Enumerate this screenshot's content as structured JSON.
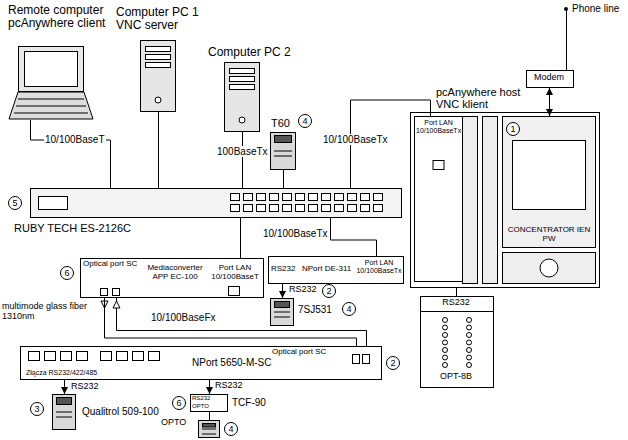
{
  "diagram": {
    "nodes": [
      {
        "text": [
          "Remote computer pcAnywhere client"
        ]
      },
      {
        "text": [
          "Computer PC 1 VNC server"
        ]
      },
      {
        "text": [
          "Computer PC 2"
        ]
      },
      {
        "text": [
          "T60"
        ]
      },
      {
        "text": [
          "RUBY TECH ES-2126C"
        ]
      },
      {
        "text": [
          "pcAnywhere host VNC klient"
        ]
      },
      {
        "text": [
          "Port LAN 10/100BaseTx"
        ],
        "in": 5
      },
      {
        "text": [
          "CONCENTRATOR IEN PW"
        ],
        "in": 5
      },
      {
        "text": [
          "Modem"
        ]
      },
      {
        "text": [
          "RS232",
          "OPT-8B"
        ]
      },
      {
        "text": [
          "Optical port SC",
          "Mediaconverter APP EC-100",
          "Port LAN 10/100BaseT"
        ]
      },
      {
        "text": [
          "RS232",
          "NPort DE-311",
          "Port LAN 10/100BaseTx"
        ]
      },
      {
        "text": [
          "7SJ531"
        ]
      },
      {
        "text": [
          "NPort 5650-M-SC",
          "Złącza RS232/422/485",
          "Optical port SC"
        ]
      },
      {
        "text": [
          "Qualitrol 509-100"
        ]
      },
      {
        "text": [
          "RS232",
          "OPTO",
          "TCF-90"
        ]
      },
      {
        "text": [
          "4"
        ]
      }
    ],
    "edges": [
      {
        "from": 0,
        "to": 4,
        "arrow": "none",
        "label": "10/100BaseT"
      },
      {
        "from": 1,
        "to": 4,
        "arrow": "none"
      },
      {
        "from": 2,
        "to": 4,
        "arrow": "none",
        "label": "100BaseTx"
      },
      {
        "from": 3,
        "to": 4,
        "arrow": "none"
      },
      {
        "from": 4,
        "to": 6,
        "arrow": "none",
        "label": "10/100BaseTx"
      },
      {
        "from": 8,
        "to": 7,
        "arrow": "both"
      },
      {
        "from": 5,
        "to": 9,
        "arrow": "none"
      },
      {
        "from": 4,
        "to": 10,
        "arrow": "none"
      },
      {
        "from": 4,
        "to": 11,
        "arrow": "none",
        "label": "10/100BaseTx"
      },
      {
        "from": 11,
        "to": 12,
        "arrow": "to",
        "label": "RS232"
      },
      {
        "from": 10,
        "to": 13,
        "arrow": "none",
        "label": "10/100BaseFx"
      },
      {
        "from": 13,
        "to": 14,
        "arrow": "to",
        "label": "RS232"
      },
      {
        "from": 13,
        "to": 15,
        "arrow": "to",
        "label": "RS232"
      },
      {
        "from": 15,
        "to": 16,
        "arrow": "none",
        "label": "OPTO"
      }
    ],
    "labels": [
      "4",
      "5",
      "1",
      "6",
      "2",
      "4",
      "2",
      "3",
      "6",
      "Phone line",
      "multimode glass fiber 1310nm"
    ]
  }
}
